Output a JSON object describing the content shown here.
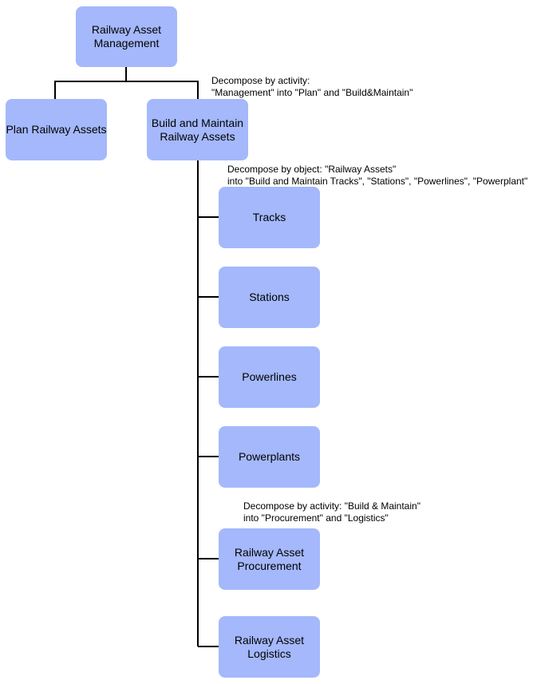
{
  "nodes": {
    "root": "Railway Asset\nManagement",
    "plan": "Plan Railway Assets",
    "build_maintain": "Build and Maintain\nRailway Assets",
    "tracks": "Tracks",
    "stations": "Stations",
    "powerlines": "Powerlines",
    "powerplants": "Powerplants",
    "procurement": "Railway Asset\nProcurement",
    "logistics": "Railway Asset\nLogistics"
  },
  "annotations": {
    "activity_decomposition": "Decompose by activity:\n\"Management\" into \"Plan\" and \"Build&Maintain\"",
    "object_decomposition": "Decompose by object: \"Railway Assets\"\ninto \"Build and Maintain Tracks\", \"Stations\", \"Powerlines\", \"Powerplant\"",
    "build_maintain_decomposition": "Decompose by activity: \"Build & Maintain\"\ninto \"Procurement\" and \"Logistics\""
  },
  "colors": {
    "node_fill": "#a4b8fb",
    "connector": "#000000"
  }
}
